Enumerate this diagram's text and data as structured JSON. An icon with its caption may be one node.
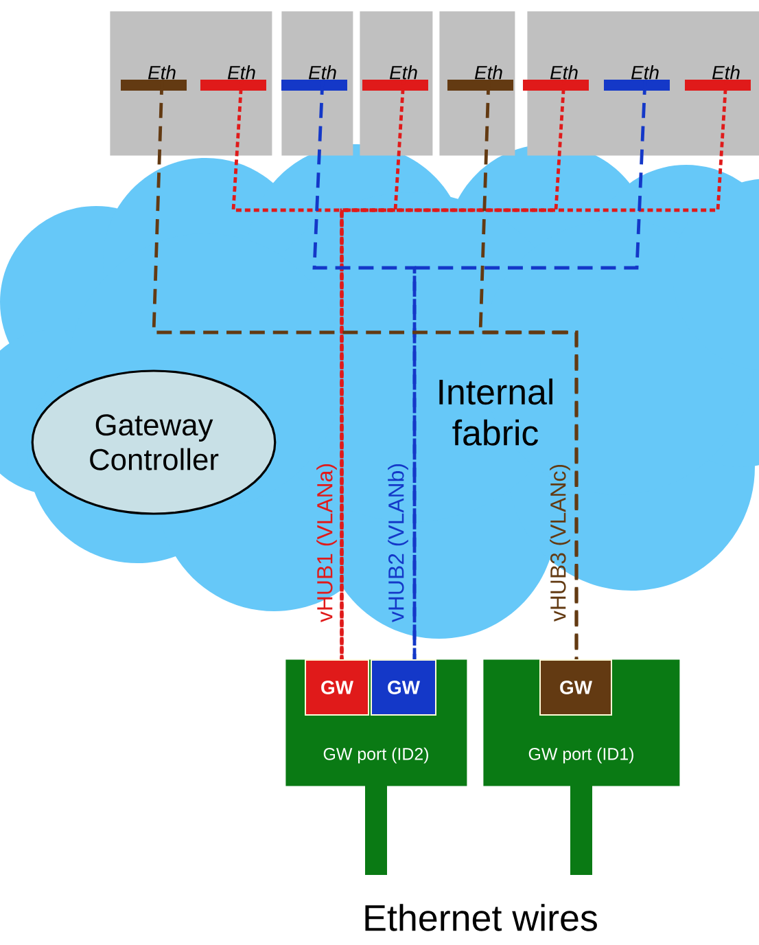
{
  "diagram": {
    "nodes": [
      {
        "text": [
          "Internal fabric"
        ]
      },
      {
        "text": [
          "Gateway Controller"
        ]
      },
      {
        "text": [],
        "shape": "box"
      },
      {
        "text": [
          "Eth"
        ],
        "in": 2
      },
      {
        "text": [
          "Eth"
        ],
        "in": 2
      },
      {
        "text": [],
        "shape": "box"
      },
      {
        "text": [
          "Eth"
        ],
        "in": 5
      },
      {
        "text": [],
        "shape": "box"
      },
      {
        "text": [
          "Eth"
        ],
        "in": 7
      },
      {
        "text": [],
        "shape": "box"
      },
      {
        "text": [
          "Eth"
        ],
        "in": 9
      },
      {
        "text": [],
        "shape": "box"
      },
      {
        "text": [
          "Eth"
        ],
        "in": 11
      },
      {
        "text": [
          "Eth"
        ],
        "in": 11
      },
      {
        "text": [
          "Eth"
        ],
        "in": 11
      },
      {
        "text": [
          "GW port (ID2)"
        ]
      },
      {
        "text": [
          "GW"
        ],
        "in": 15
      },
      {
        "text": [
          "GW"
        ],
        "in": 15
      },
      {
        "text": [
          "GW port (ID1)"
        ]
      },
      {
        "text": [
          "GW"
        ],
        "in": 18
      }
    ],
    "edges": [
      {
        "from": 4,
        "to": 16,
        "arrow": "none",
        "label": "vHUB1 (VLANa)",
        "style": "dashed",
        "color": "#e01a1a"
      },
      {
        "from": 8,
        "to": 16,
        "arrow": "none",
        "style": "dashed",
        "color": "#e01a1a"
      },
      {
        "from": 12,
        "to": 16,
        "arrow": "none",
        "style": "dashed",
        "color": "#e01a1a"
      },
      {
        "from": 14,
        "to": 16,
        "arrow": "none",
        "style": "dashed",
        "color": "#e01a1a"
      },
      {
        "from": 6,
        "to": 17,
        "arrow": "none",
        "label": "vHUB2 (VLANb)",
        "style": "dashed",
        "color": "#1438c8"
      },
      {
        "from": 13,
        "to": 17,
        "arrow": "none",
        "style": "dashed",
        "color": "#1438c8"
      },
      {
        "from": 3,
        "to": 19,
        "arrow": "none",
        "label": "vHUB3 (VLANc)",
        "style": "dashed",
        "color": "#633a12"
      },
      {
        "from": 10,
        "to": 19,
        "arrow": "none",
        "style": "dashed",
        "color": "#633a12"
      }
    ],
    "labels": [
      "Ethernet wires"
    ]
  }
}
